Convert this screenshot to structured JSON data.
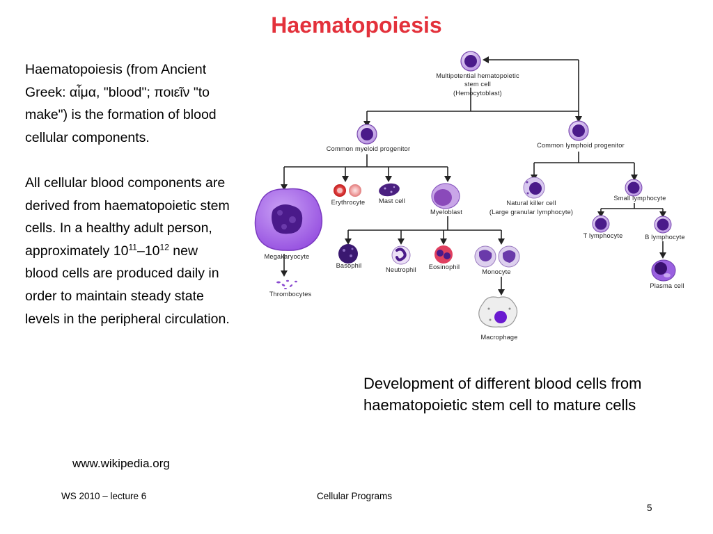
{
  "slide": {
    "title": "Haematopoiesis",
    "paragraph1": "Haematopoiesis (from Ancient Greek: αἷμα, \"blood\"; ποιεῖν \"to make\") is the formation of blood cellular components.",
    "paragraph2_part1": "All cellular blood components are derived from haematopoietic stem cells. In a healthy adult person, approximately 10",
    "paragraph2_sup1": "11",
    "paragraph2_part2": "–10",
    "paragraph2_sup2": "12",
    "paragraph2_part3": " new blood cells are produced daily in order to maintain steady state levels in the peripheral circulation.",
    "caption": "Development of different blood cells from haematopoietic stem cell to mature cells",
    "source": "www.wikipedia.org",
    "footer_left": "WS 2010 – lecture 6",
    "footer_center": "Cellular Programs",
    "page_number": "5"
  },
  "diagram": {
    "stem_line1": "Multipotential hematopoietic",
    "stem_line2": "stem cell",
    "stem_line3": "(Hemocytoblast)",
    "myeloid_progenitor": "Common myeloid progenitor",
    "lymphoid_progenitor": "Common lymphoid progenitor",
    "erythrocyte": "Erythrocyte",
    "mast_cell": "Mast cell",
    "myeloblast": "Myeloblast",
    "megakaryocyte": "Megakaryocyte",
    "thrombocytes": "Thrombocytes",
    "basophil": "Basophil",
    "neutrophil": "Neutrophil",
    "eosinophil": "Eosinophil",
    "monocyte": "Monocyte",
    "macrophage": "Macrophage",
    "nk_line1": "Natural killer cell",
    "nk_line2": "(Large granular lymphocyte)",
    "small_lymphocyte": "Small lymphocyte",
    "t_lymphocyte": "T lymphocyte",
    "b_lymphocyte": "B lymphocyte",
    "plasma_cell": "Plasma cell"
  },
  "colors": {
    "title": "#e3313b",
    "cell_cytoplasm": "#c9a6e8",
    "cell_nucleus": "#4a1a8a",
    "erythrocyte": "#e03030"
  }
}
